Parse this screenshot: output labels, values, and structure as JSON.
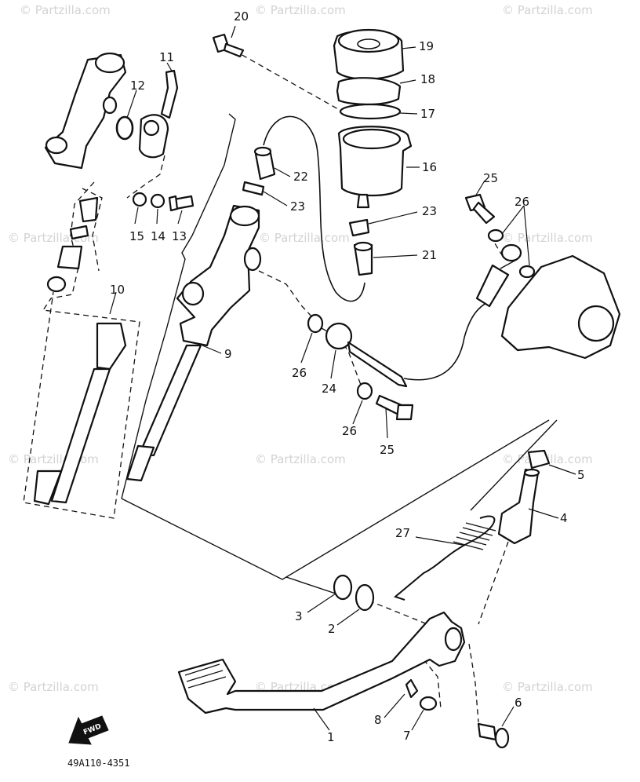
{
  "watermark": "© Partzilla.com",
  "diagram_code": "49A110-4351",
  "fwd_label": "FWD",
  "callouts": {
    "p1": "1",
    "p2": "2",
    "p3": "3",
    "p4": "4",
    "p5": "5",
    "p6": "6",
    "p7": "7",
    "p8": "8",
    "p9": "9",
    "p10": "10",
    "p11": "11",
    "p12": "12",
    "p13": "13",
    "p14": "14",
    "p15": "15",
    "p16": "16",
    "p17": "17",
    "p18": "18",
    "p19": "19",
    "p20": "20",
    "p21": "21",
    "p22": "22",
    "p23a": "23",
    "p23b": "23",
    "p24": "24",
    "p25a": "25",
    "p25b": "25",
    "p26a": "26",
    "p26b": "26",
    "p26c": "26",
    "p27": "27"
  }
}
